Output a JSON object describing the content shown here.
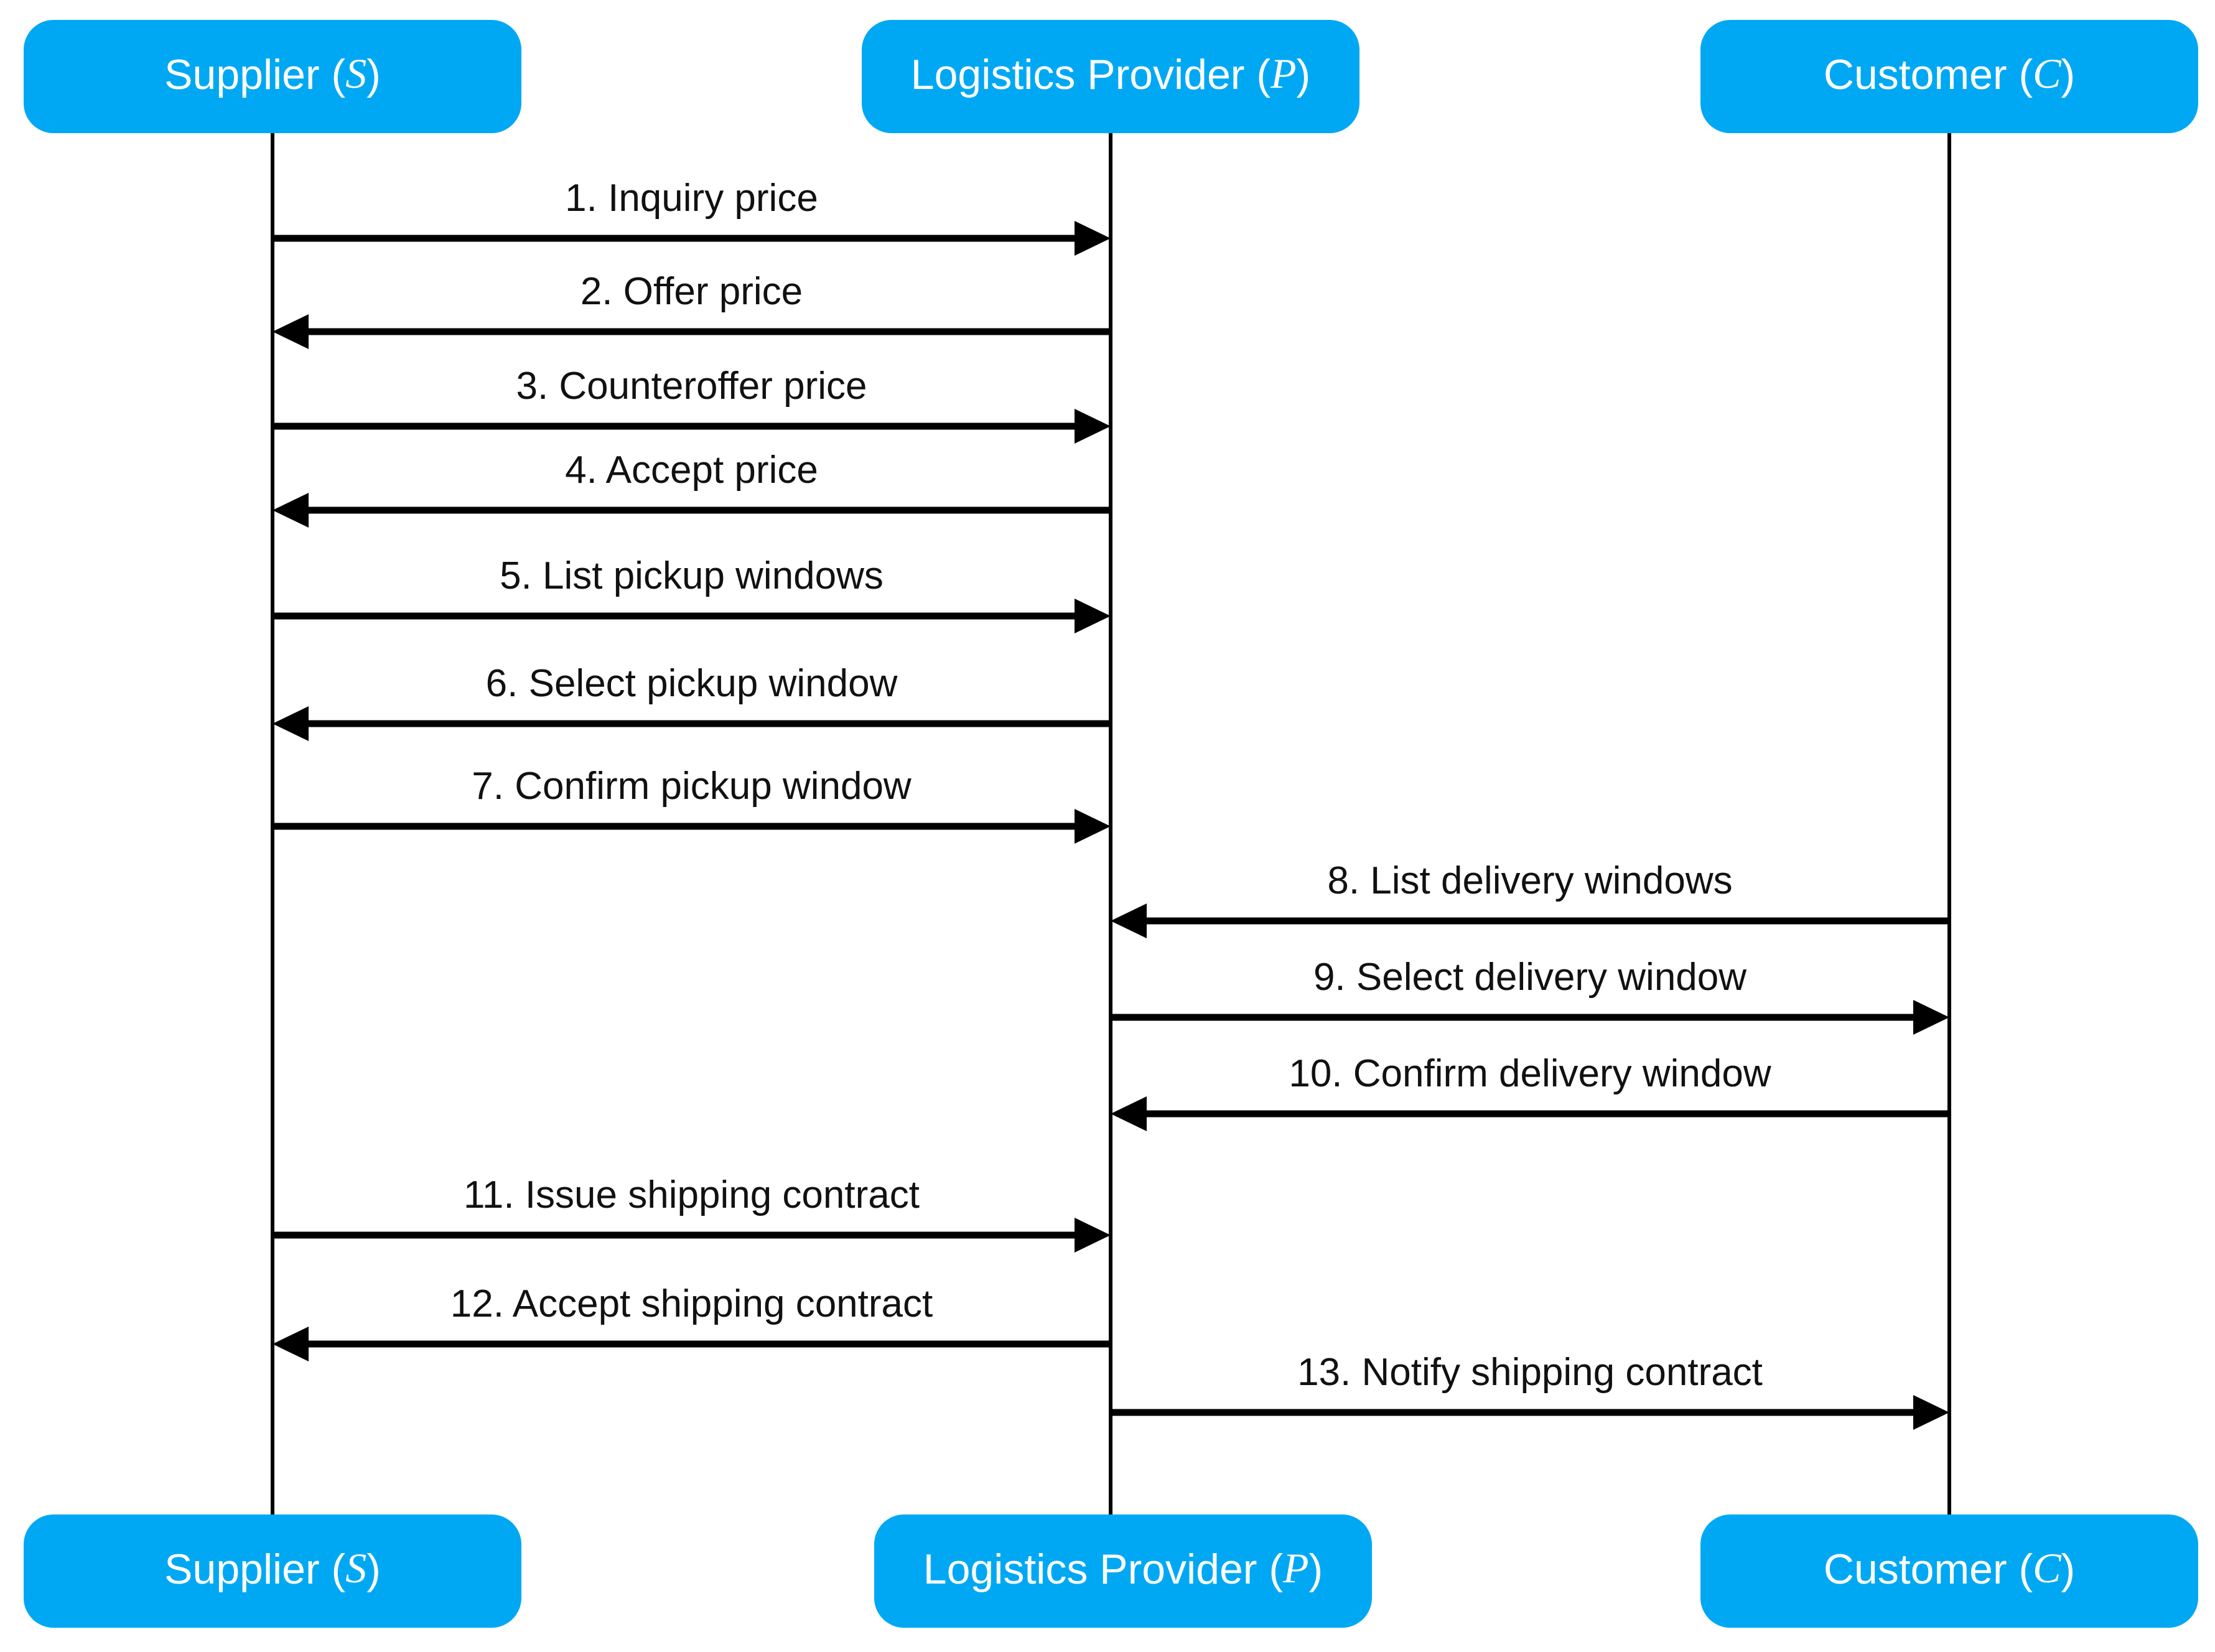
{
  "colors": {
    "participant_fill": "#00a8f3",
    "participant_text": "#ffffff",
    "line": "#000000"
  },
  "participants": [
    {
      "id": "S",
      "name": "Supplier",
      "symbol": "S"
    },
    {
      "id": "P",
      "name": "Logistics Provider",
      "symbol": "P"
    },
    {
      "id": "C",
      "name": "Customer",
      "symbol": "C"
    }
  ],
  "messages": [
    {
      "label": "1. Inquiry price",
      "from": "S",
      "to": "P"
    },
    {
      "label": "2. Offer price",
      "from": "P",
      "to": "S"
    },
    {
      "label": "3. Counteroffer price",
      "from": "S",
      "to": "P"
    },
    {
      "label": "4. Accept price",
      "from": "P",
      "to": "S"
    },
    {
      "label": "5. List pickup windows",
      "from": "S",
      "to": "P"
    },
    {
      "label": "6. Select pickup window",
      "from": "P",
      "to": "S"
    },
    {
      "label": "7. Confirm pickup window",
      "from": "S",
      "to": "P"
    },
    {
      "label": "8. List delivery windows",
      "from": "C",
      "to": "P"
    },
    {
      "label": "9. Select delivery window",
      "from": "P",
      "to": "C"
    },
    {
      "label": "10. Confirm delivery window",
      "from": "C",
      "to": "P"
    },
    {
      "label": "11. Issue shipping contract",
      "from": "S",
      "to": "P"
    },
    {
      "label": "12. Accept shipping contract",
      "from": "P",
      "to": "S"
    },
    {
      "label": "13. Notify shipping contract",
      "from": "P",
      "to": "C"
    }
  ]
}
